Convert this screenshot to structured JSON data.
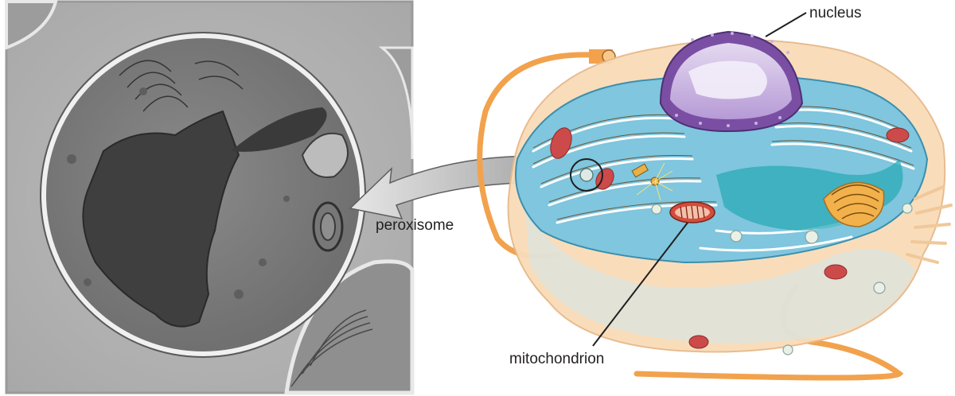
{
  "labels": {
    "nucleus": "nucleus",
    "peroxisome": "peroxisome",
    "mitochondrion": "mitochondrion"
  },
  "colors": {
    "micrograph_frame": "#9a9a9a",
    "cytoplasm": "#f9dcb8",
    "er_blue": "#7fc6de",
    "er_teal": "#2aa9b5",
    "nuclear_envelope": "#7a4fa3",
    "nucleus_interior": "#d7c6e8",
    "flagellum": "#f2a24d",
    "organelle_red": "#cc4a4a"
  }
}
